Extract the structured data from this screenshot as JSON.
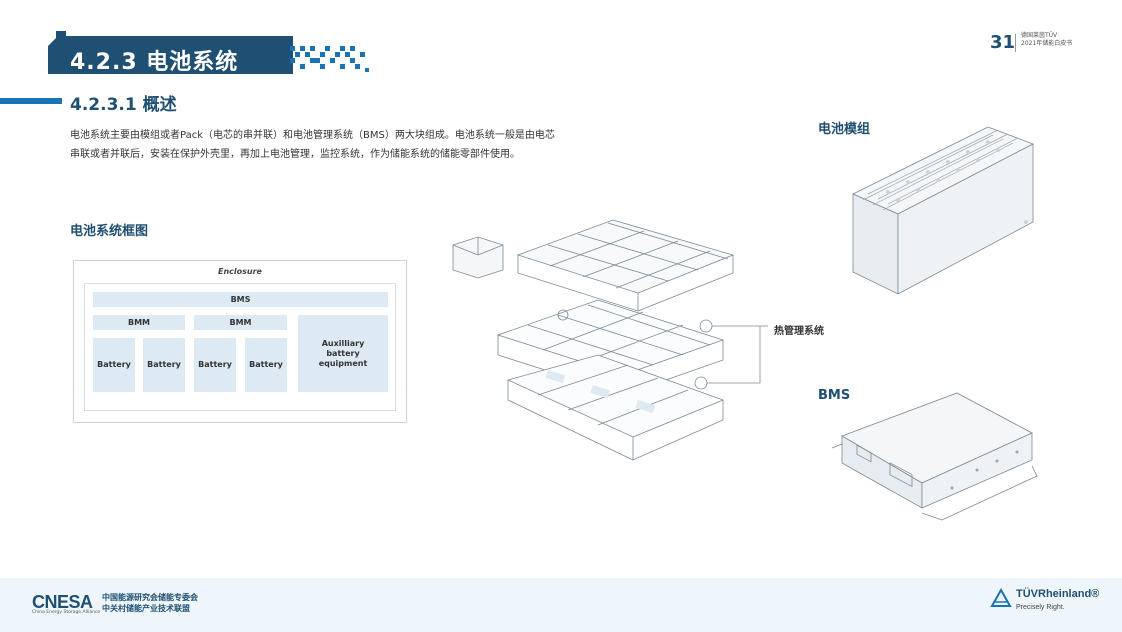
{
  "header": {
    "section_title": "4.2.3 电池系统",
    "page_number": "31",
    "page_sub_line1": "德国莱茵TÜV",
    "page_sub_line2": "2021年储能白皮书"
  },
  "subsection": {
    "title": "4.2.3.1 概述",
    "paragraph": "电池系统主要由模组或者Pack（电芯的串并联）和电池管理系统（BMS）两大块组成。电池系统一般是由电芯串联或者并联后，安装在保护外壳里，再加上电池管理，监控系统，作为储能系统的储能零部件使用。"
  },
  "diagram": {
    "title": "电池系统框图",
    "enclosure": "Enclosure",
    "bms": "BMS",
    "bmm1": "BMM",
    "bmm2": "BMM",
    "battery1": "Battery",
    "battery2": "Battery",
    "battery3": "Battery",
    "battery4": "Battery",
    "aux": "Auxilliary battery equipment"
  },
  "labels": {
    "module": "电池模组",
    "thermal": "热管理系统",
    "bms": "BMS"
  },
  "footer": {
    "cnesa_logo": "CNESA",
    "cnesa_sub": "China Energy Storage Alliance",
    "cnesa_cn_line1": "中国能源研究会储能专委会",
    "cnesa_cn_line2": "中关村储能产业技术联盟",
    "tuv_name": "TÜVRheinland®",
    "tuv_tagline": "Precisely Right."
  },
  "colors": {
    "brand_dark": "#1f4f72",
    "brand_blue": "#1a73b5",
    "light_fill": "#dde9f3"
  }
}
